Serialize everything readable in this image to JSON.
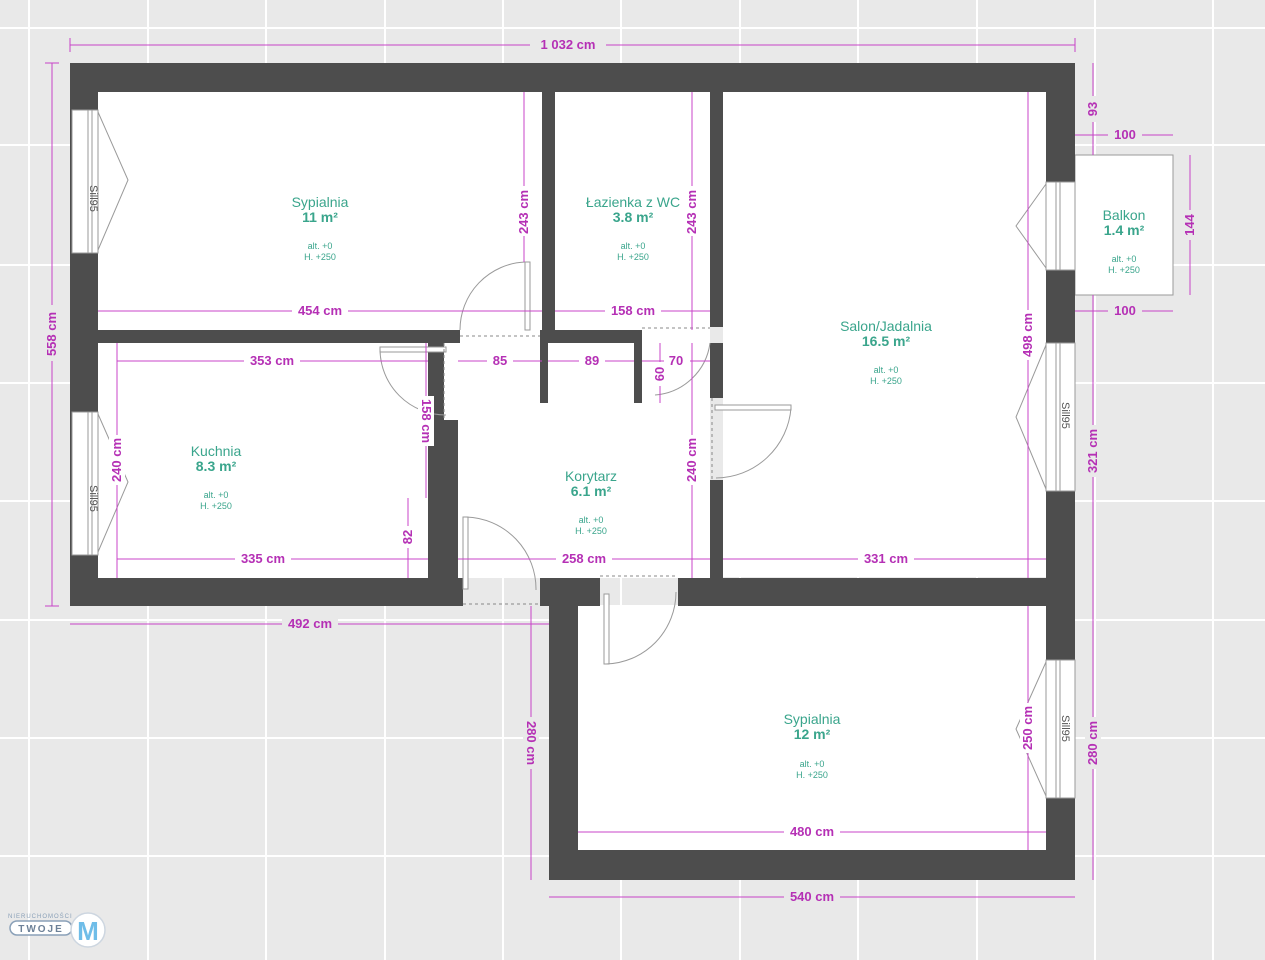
{
  "rooms": [
    {
      "name": "Sypialnia",
      "area": "11 m²",
      "alt": "alt. +0",
      "height": "H.  +250"
    },
    {
      "name": "Łazienka z WC",
      "area": "3.8 m²",
      "alt": "alt. +0",
      "height": "H.  +250"
    },
    {
      "name": "Salon/Jadalnia",
      "area": "16.5 m²",
      "alt": "alt. +0",
      "height": "H.  +250"
    },
    {
      "name": "Balkon",
      "area": "1.4 m²",
      "alt": "alt. +0",
      "height": "H.  +250"
    },
    {
      "name": "Kuchnia",
      "area": "8.3 m²",
      "alt": "alt. +0",
      "height": "H.  +250"
    },
    {
      "name": "Korytarz",
      "area": "6.1 m²",
      "alt": "alt. +0",
      "height": "H.  +250"
    },
    {
      "name": "Sypialnia",
      "area": "12 m²",
      "alt": "alt. +0",
      "height": "H.  +250"
    }
  ],
  "dimensions": {
    "total_width": "1 032 cm",
    "total_height": "558 cm",
    "bed1_width": "454 cm",
    "bed1_height": "243 cm",
    "bath_width": "158 cm",
    "bath_height": "243 cm",
    "balcony_top_gap": "93",
    "balcony_top": "100",
    "balcony_height": "144",
    "balcony_bottom": "100",
    "salon_height": "498 cm",
    "salon_width": "331 cm",
    "right_outer_mid": "321 cm",
    "kitchen_top": "353 cm",
    "corr_85": "85",
    "corr_89": "89",
    "corr_70": "70",
    "corr_60": "60",
    "kitchen_side": "158 cm",
    "kitchen_height": "240 cm",
    "kitchen_82": "82",
    "kitchen_bottom": "335 cm",
    "corr_height": "240 cm",
    "corr_width": "258 cm",
    "left_bottom": "492 cm",
    "bed2_outer_height": "280 cm",
    "bed2_inner_height": "250 cm",
    "bed2_right_outer": "280 cm",
    "bed2_inner_width": "480 cm",
    "bed2_outer_width": "540 cm"
  },
  "windows": {
    "sill_label": "Sill95"
  },
  "logo": {
    "top_text": "NIERUCHOMOŚCI",
    "main_text": "TWOJE",
    "letter": "M"
  },
  "colors": {
    "wall": "#4d4d4d",
    "dimension": "#c844c8",
    "room_text": "#3aa58c",
    "background": "#e9e9e9"
  }
}
